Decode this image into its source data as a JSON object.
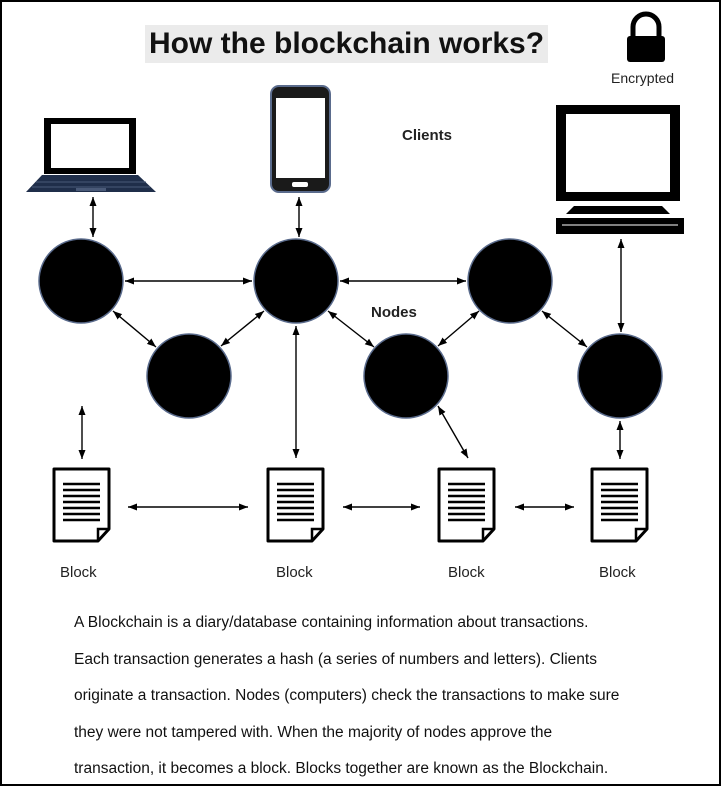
{
  "title": "How the blockchain works?",
  "labels": {
    "encrypted": "Encrypted",
    "clients": "Clients",
    "nodes": "Nodes",
    "block": "Block"
  },
  "icons": {
    "encrypted": "lock-icon",
    "clients": [
      "laptop-icon",
      "smartphone-icon",
      "desktop-monitor-icon"
    ],
    "block": "document-icon"
  },
  "description": [
    "A Blockchain is a diary/database containing information about transactions.",
    "Each transaction generates a hash (a series of numbers and letters). Clients",
    "originate a transaction. Nodes (computers) check the transactions to make sure",
    "they were not tampered with. When the majority of nodes approve the",
    "transaction, it becomes a block. Blocks together are known as the Blockchain."
  ],
  "colors": {
    "node_fill": "#000000",
    "node_stroke": "#5a6b8c",
    "title_bg": "#ebebeb"
  }
}
